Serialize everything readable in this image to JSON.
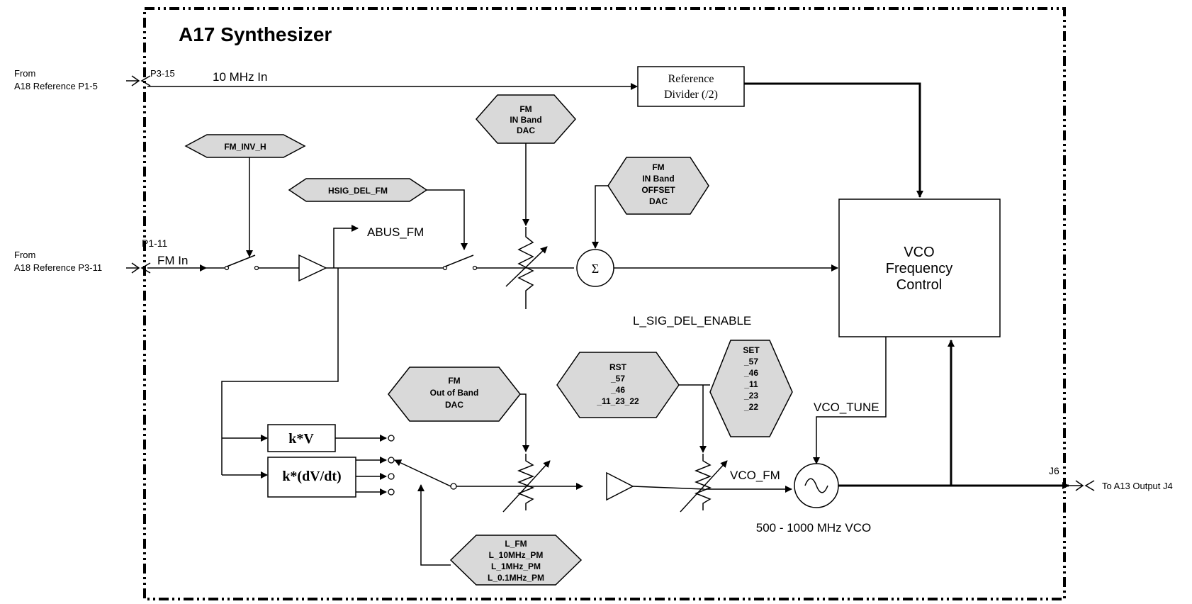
{
  "title": "A17 Synthesizer",
  "connectors": {
    "ref_in_from": "From",
    "ref_in_source": "A18 Reference P1-5",
    "ref_in_pin": "P3-15",
    "ref_in_signal": "10 MHz In",
    "fm_in_from": "From",
    "fm_in_source": "A18 Reference P3-11",
    "fm_in_pin": "P1-11",
    "fm_in_signal": "FM In",
    "output_pin": "J6",
    "output_dest": "To A13 Output J4"
  },
  "blocks": {
    "ref_divider_line1": "Reference",
    "ref_divider_line2": "Divider (/2)",
    "vco_ctrl_line1": "VCO",
    "vco_ctrl_line2": "Frequency",
    "vco_ctrl_line3": "Control",
    "kv": "k*V",
    "kdvdt": "k*(dV/dt)",
    "summer": "Σ",
    "vco_label": "500 - 1000 MHz VCO"
  },
  "signals": {
    "abus_fm": "ABUS_FM",
    "l_sig_del_enable": "L_SIG_DEL_ENABLE",
    "vco_tune": "VCO_TUNE",
    "vco_fm": "VCO_FM"
  },
  "controls": {
    "fm_inv_h": "FM_INV_H",
    "hsig_del_fm": "HSIG_DEL_FM",
    "fm_in_band_dac": [
      "FM",
      "IN Band",
      "DAC"
    ],
    "fm_in_band_offset_dac": [
      "FM",
      "IN Band",
      "OFFSET",
      "DAC"
    ],
    "fm_out_of_band_dac": [
      "FM",
      "Out of Band",
      "DAC"
    ],
    "rst": [
      "RST",
      "_57",
      "_46",
      "_11_23_22"
    ],
    "set": [
      "SET",
      "_57",
      "_46",
      "_11",
      "_23",
      "_22"
    ],
    "l_fm_modes": [
      "L_FM",
      "L_10MHz_PM",
      "L_1MHz_PM",
      "L_0.1MHz_PM"
    ]
  }
}
